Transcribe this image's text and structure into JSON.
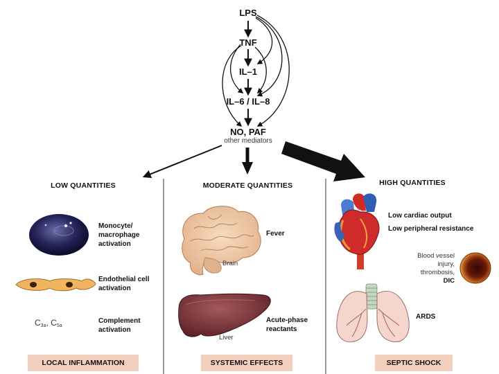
{
  "cascade": {
    "lps": "LPS",
    "tnf": "TNF",
    "il1": "IL–1",
    "il6_il8": "IL–6 / IL–8",
    "no_paf": "NO, PAF",
    "other": "other mediators"
  },
  "columns": {
    "low": {
      "header": "LOW QUANTITIES",
      "effects": [
        {
          "line1": "Monocyte/",
          "line2": "macrophage",
          "line3": "activation"
        },
        {
          "line1": "Endothelial cell",
          "line2": "activation"
        },
        {
          "line1": "Complement",
          "line2": "activation"
        }
      ],
      "complement_label": {
        "c": "C",
        "sub1": "3a",
        "sep": ", C",
        "sub2": "5a"
      },
      "footer": "LOCAL INFLAMMATION"
    },
    "moderate": {
      "header": "MODERATE QUANTITIES",
      "effects": [
        {
          "line1": "Fever"
        },
        {
          "line1": "Acute-phase",
          "line2": "reactants"
        }
      ],
      "brain_label": "Brain",
      "liver_label": "Liver",
      "footer": "SYSTEMIC EFFECTS"
    },
    "high": {
      "header": "HIGH QUANTITIES",
      "effects": [
        {
          "line1": "Low cardiac output"
        },
        {
          "line1": "Low peripheral resistance"
        },
        {
          "line1": "Blood vessel",
          "line2": "injury,",
          "line3": "thrombosis,",
          "line4": "DIC"
        },
        {
          "line1": "ARDS"
        }
      ],
      "footer": "SEPTIC SHOCK"
    }
  }
}
